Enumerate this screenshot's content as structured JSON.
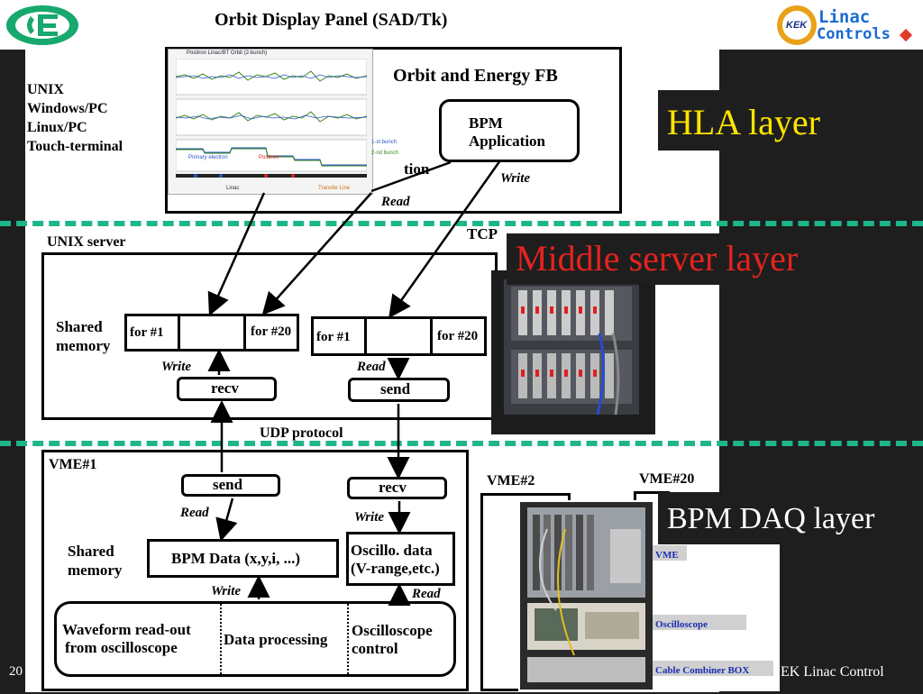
{
  "header": {
    "title": "Orbit Display Panel (SAD/Tk)",
    "logo_right_line1": "Linac",
    "logo_right_line2": "Controls",
    "logo_right_kek": "KEK"
  },
  "hla": {
    "clients": [
      "UNIX",
      "Windows/PC",
      "Linux/PC",
      "Touch-terminal"
    ],
    "fb_title": "Orbit and Energy FB",
    "bpm_app": [
      "BPM",
      "Application"
    ],
    "partial_text": "tion",
    "write_label": "Write",
    "read_label": "Read",
    "layer_label": "HLA layer",
    "screenshot": {
      "title": "Positron  Linac/BT  Orbit (2-bunch)",
      "legend1": "1-st bunch",
      "legend2": "2-nd bunch",
      "primary": "Primary electron",
      "positron": "Positron",
      "linac": "Linac",
      "transfer": "Transfer Line"
    }
  },
  "middle": {
    "server_label": "UNIX server",
    "tcp_label": "TCP",
    "layer_label": "Middle server layer",
    "shared_memory": [
      "Shared",
      "memory"
    ],
    "for1": "for #1",
    "for20": "for #20",
    "write_label": "Write",
    "read_label": "Read",
    "recv": "recv",
    "send": "send",
    "udp_label": "UDP protocol"
  },
  "daq": {
    "vme1": "VME#1",
    "vme2": "VME#2",
    "vme20": "VME#20",
    "layer_label": "BPM DAQ layer",
    "send": "send",
    "recv": "recv",
    "read_label": "Read",
    "write_label": "Write",
    "shared_memory": [
      "Shared",
      "memory"
    ],
    "bpm_data": "BPM Data (x,y,i, ...)",
    "oscillo_data": [
      "Oscillo. data",
      "(V-range,etc.)"
    ],
    "write_label2": "Write",
    "read_label2": "Read",
    "waveform": [
      "Waveform read-out",
      "from oscilloscope"
    ],
    "processing": "Data processing",
    "osc_control": [
      "Oscilloscope",
      "control"
    ],
    "photo_labels": [
      "VME",
      "Oscilloscope",
      "Cable Combiner BOX"
    ]
  },
  "footer": {
    "left": "20",
    "right": "EK Linac Control"
  }
}
